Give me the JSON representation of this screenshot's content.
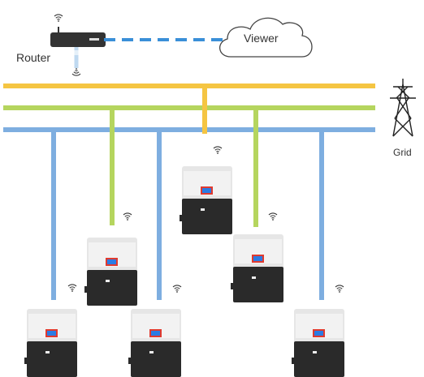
{
  "labels": {
    "router": "Router",
    "viewer": "Viewer",
    "grid": "Grid"
  },
  "colors": {
    "phase_yellow": "#F5C542",
    "phase_green": "#B5D55E",
    "phase_blue": "#7EAEE0",
    "cloud_link": "#3A8FD8",
    "inverter_top": "#E6E6E6",
    "inverter_bottom": "#2A2A2A",
    "display_screen": "#2B7BE3",
    "display_frame": "#E03A2F"
  },
  "icons": {
    "router": "router-icon",
    "cloud": "cloud-icon",
    "wifi": "wifi-icon",
    "pylon": "power-pylon-icon",
    "inverter": "inverter-icon"
  }
}
